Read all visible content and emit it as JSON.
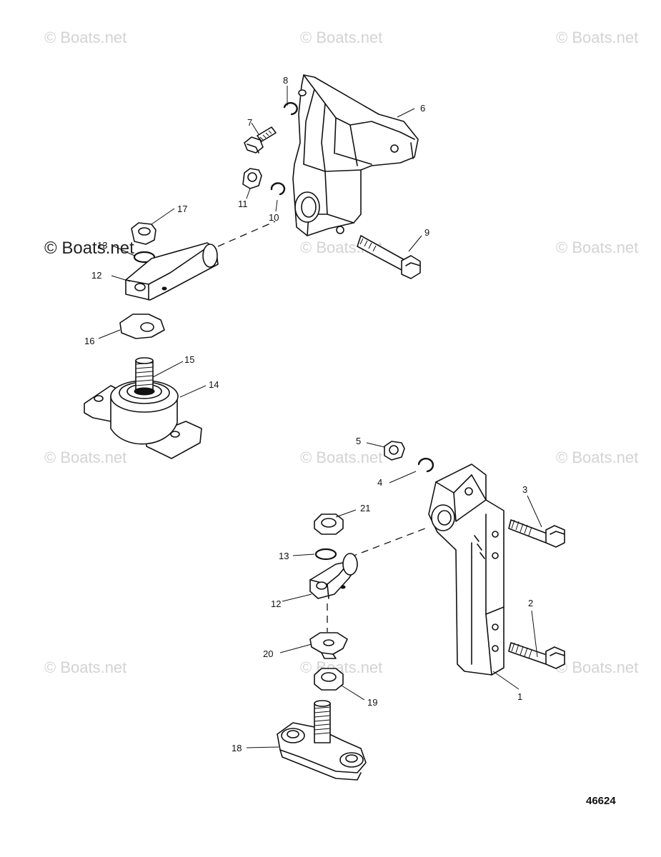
{
  "watermark": "© Boats.net",
  "figure_number": "46624",
  "callouts": {
    "c1": "1",
    "c2": "2",
    "c3": "3",
    "c4": "4",
    "c5": "5",
    "c6": "6",
    "c7": "7",
    "c8": "8",
    "c9": "9",
    "c10": "10",
    "c11": "11",
    "c12a": "12",
    "c12b": "12",
    "c13a": "13",
    "c13b": "13",
    "c14": "14",
    "c15": "15",
    "c16": "16",
    "c17": "17",
    "c18": "18",
    "c19": "19",
    "c20": "20",
    "c21": "21"
  }
}
